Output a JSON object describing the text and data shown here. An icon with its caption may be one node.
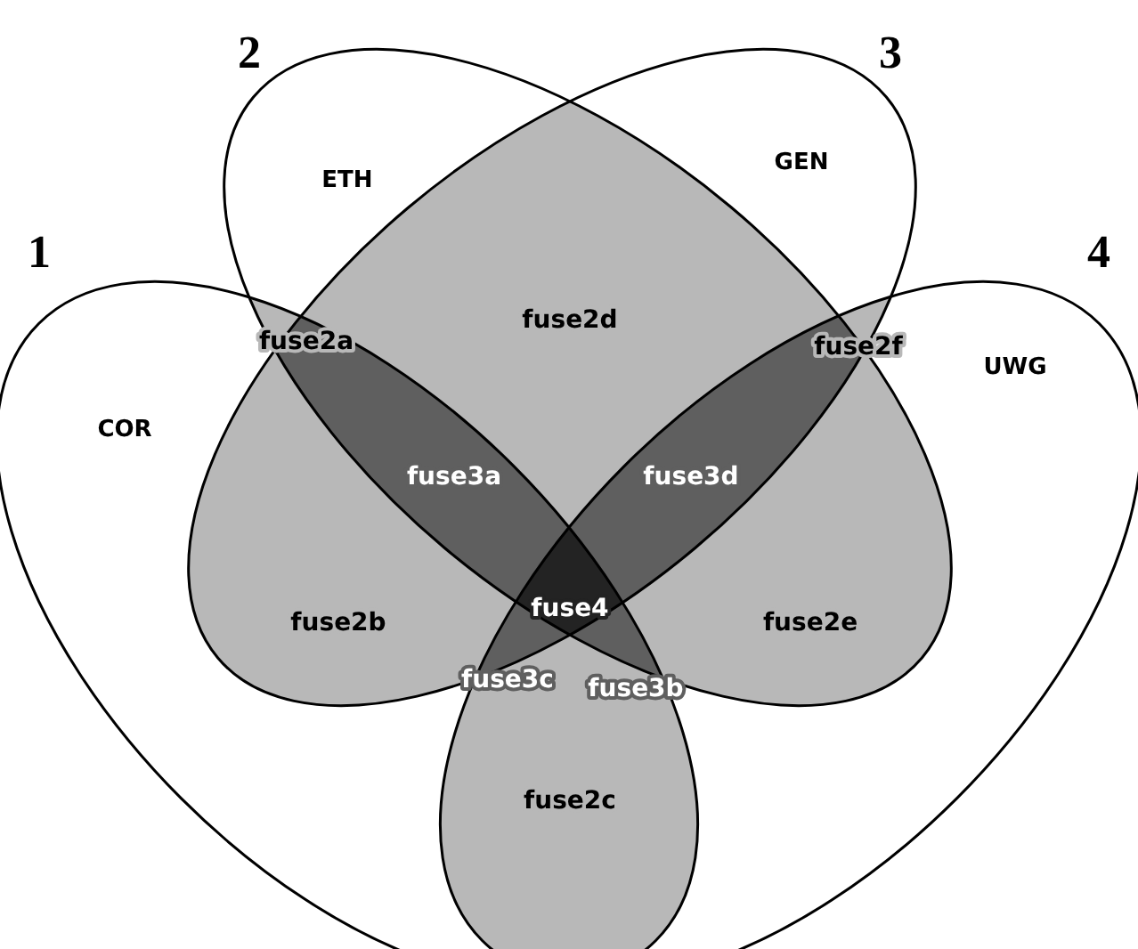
{
  "diagram": {
    "nodes": [
      {
        "text": [
          "1",
          "COR"
        ]
      },
      {
        "text": [
          "2",
          "ETH"
        ]
      },
      {
        "text": [
          "3",
          "GEN"
        ]
      },
      {
        "text": [
          "4",
          "UWG"
        ]
      }
    ],
    "labels": [
      "fuse2a",
      "fuse2d",
      "fuse2f",
      "fuse3a",
      "fuse3d",
      "fuse2b",
      "fuse4",
      "fuse2e",
      "fuse3c",
      "fuse3b",
      "fuse2c"
    ]
  }
}
